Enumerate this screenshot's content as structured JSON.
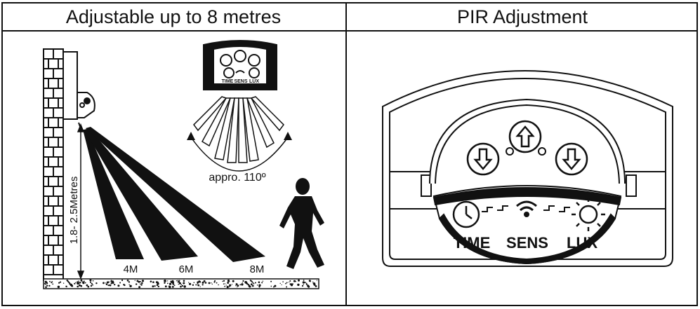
{
  "left_panel": {
    "title": "Adjustable up to 8 metres",
    "height_label": "1.8- 2.5Metres",
    "angle_label": "appro. 110º",
    "distances": [
      "4M",
      "6M",
      "8M"
    ],
    "device_labels": [
      "TIME",
      "SENS",
      "LUX"
    ]
  },
  "right_panel": {
    "title": "PIR Adjustment",
    "dial_labels": [
      "TIME",
      "SENS",
      "LUX"
    ]
  }
}
